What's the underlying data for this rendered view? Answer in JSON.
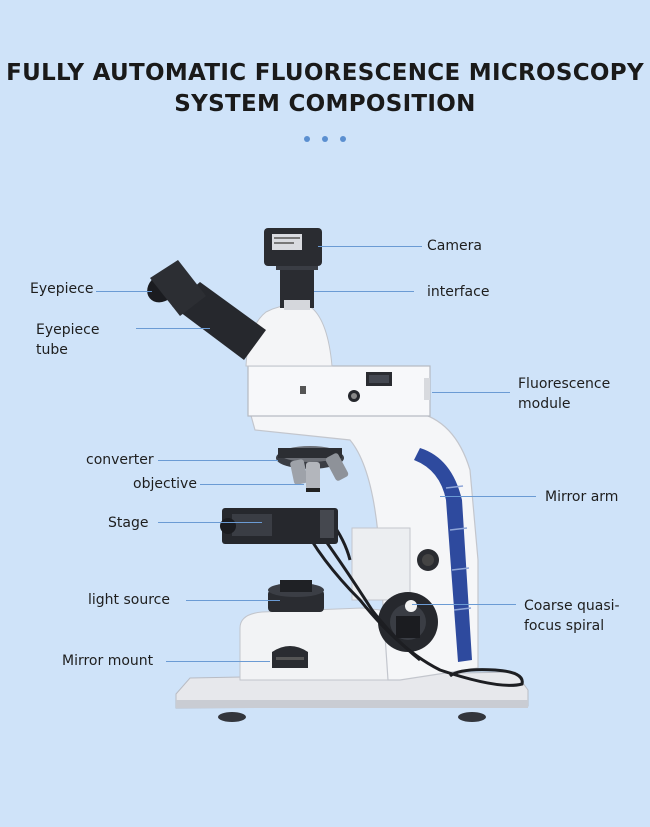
{
  "title": {
    "line1": "FULLY AUTOMATIC FLUORESCENCE MICROSCOPY",
    "line2": "SYSTEM COMPOSITION"
  },
  "labels": {
    "camera": "Camera",
    "interface": "interface",
    "eyepiece": "Eyepiece",
    "eyepiece_tube": "Eyepiece\ntube",
    "fluorescence_module": "Fluorescence\nmodule",
    "converter": "converter",
    "objective": "objective",
    "mirror_arm": "Mirror arm",
    "stage": "Stage",
    "light_source": "light source",
    "coarse_focus": "Coarse quasi-\nfocus spiral",
    "mirror_mount": "Mirror mount"
  },
  "colors": {
    "background": "#cfe3f9",
    "accent": "#5b8fd0",
    "arm_stripe": "#2e4a9e"
  }
}
